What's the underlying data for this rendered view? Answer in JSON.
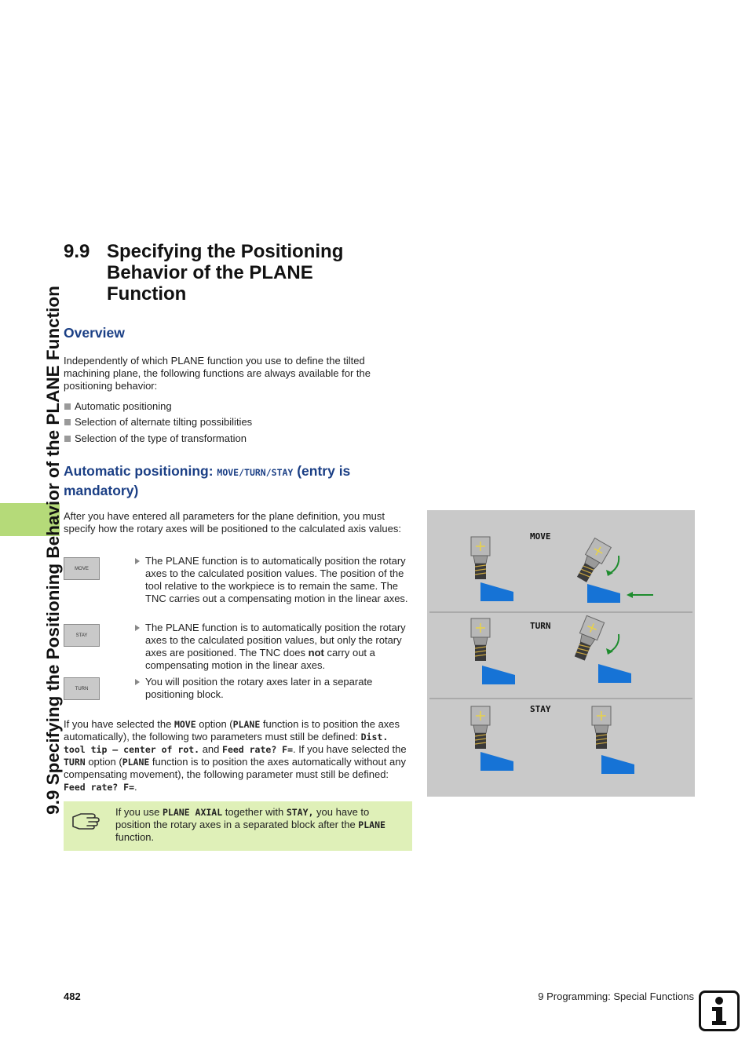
{
  "side_title": "9.9 Specifying the Positioning Behavior of the PLANE Function",
  "heading": {
    "number": "9.9",
    "line1": "Specifying the Positioning",
    "line2": "Behavior of the PLANE",
    "line3": "Function"
  },
  "overview": {
    "title": "Overview",
    "intro": "Independently of which PLANE function you use to define the tilted machining plane, the following functions are always available for the positioning behavior:",
    "bullets": [
      "Automatic positioning",
      "Selection of alternate tilting possibilities",
      "Selection of the type of transformation"
    ]
  },
  "auto_pos": {
    "title_prefix": "Automatic positioning: ",
    "title_code": "MOVE/TURN/STAY",
    "title_suffix": " (entry is",
    "title_line2": "mandatory)",
    "intro": "After you have entered all parameters for the plane definition, you must specify how the rotary axes will be positioned to the calculated axis values:",
    "softkeys": [
      {
        "label": "MOVE",
        "desc": "The PLANE function is to automatically position the rotary axes to the calculated position values. The position of the tool relative to the workpiece is to remain the same. The TNC carries out a compensating motion in the linear axes."
      },
      {
        "label": "STAY",
        "desc_a": "The PLANE function is to automatically position the rotary axes to the calculated position values, but only the rotary axes are positioned. The TNC does ",
        "desc_bold": "not",
        "desc_b": " carry out a compensating motion in the linear axes."
      },
      {
        "label": "TURN",
        "desc": "You will position the rotary axes later in a separate positioning block."
      }
    ]
  },
  "param_text": {
    "t1": "If you have selected the ",
    "c1": "MOVE",
    "t2": " option (",
    "c2": "PLANE",
    "t3": " function is to position the axes automatically), the following two parameters must still be defined: ",
    "c3": "Dist. tool tip – center of rot.",
    "t4": " and ",
    "c4": "Feed rate? F=",
    "t5": ". If you have selected the ",
    "c5": "TURN",
    "t6": " option (",
    "c6": "PLANE",
    "t7": " function is to position the axes automatically without any compensating movement), the following parameter must still be defined: ",
    "c7": "Feed rate? F=",
    "t8": "."
  },
  "note": {
    "t1": "If you use ",
    "c1": "PLANE AXIAL",
    "t2": " together with ",
    "c2": "STAY,",
    "t3": " you have to position the rotary axes in a separated block after the ",
    "c3": "PLANE",
    "t4": " function."
  },
  "figure": {
    "labels": [
      "MOVE",
      "TURN",
      "STAY"
    ],
    "colors": {
      "background": "#c9c9c9",
      "workpiece": "#1673d6",
      "arrow": "#1e8c2e",
      "crosshair": "#e8d24a"
    }
  },
  "footer": {
    "page": "482",
    "chapter": "9 Programming: Special Functions"
  }
}
